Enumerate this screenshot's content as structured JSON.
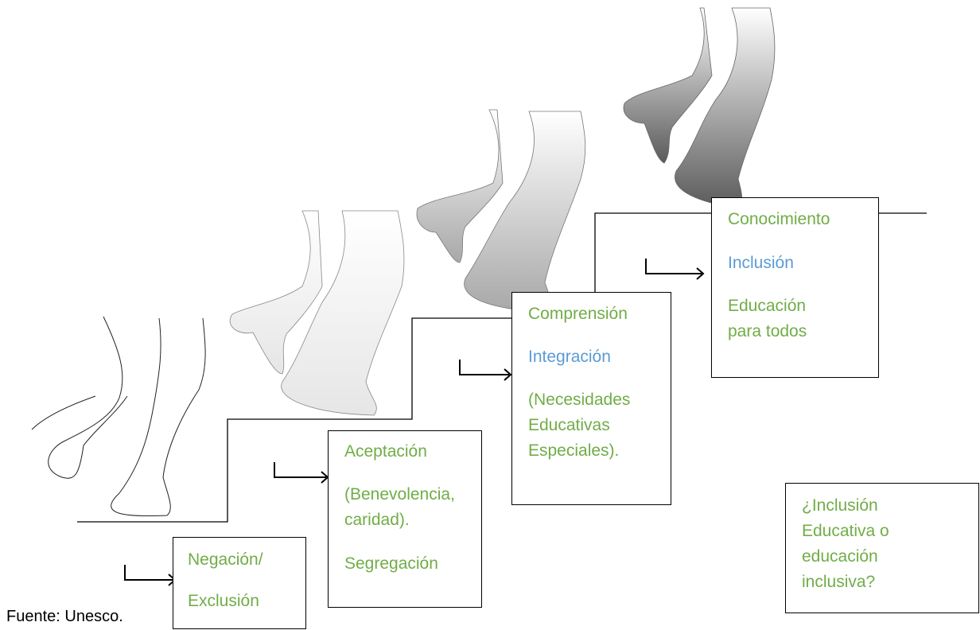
{
  "source": "Fuente: Unesco.",
  "steps": [
    {
      "lines": [
        {
          "text": "Negación/",
          "color": "#70ad47"
        },
        {
          "text": "Exclusión",
          "color": "#70ad47"
        }
      ]
    },
    {
      "lines": [
        {
          "text": "Aceptación",
          "color": "#70ad47"
        },
        {
          "text": "(Benevolencia,",
          "color": "#70ad47"
        },
        {
          "text": "caridad).",
          "color": "#70ad47"
        },
        {
          "text": "Segregación",
          "color": "#70ad47"
        }
      ]
    },
    {
      "lines": [
        {
          "text": "Comprensión",
          "color": "#70ad47"
        },
        {
          "text": "Integración",
          "color": "#5b9bd5"
        },
        {
          "text": "(Necesidades",
          "color": "#70ad47"
        },
        {
          "text": "Educativas",
          "color": "#70ad47"
        },
        {
          "text": "Especiales).",
          "color": "#70ad47"
        }
      ]
    },
    {
      "lines": [
        {
          "text": "Conocimiento",
          "color": "#70ad47"
        },
        {
          "text": "Inclusión",
          "color": "#5b9bd5"
        },
        {
          "text": "Educación",
          "color": "#70ad47"
        },
        {
          "text": "para todos",
          "color": "#70ad47"
        }
      ]
    }
  ],
  "question": {
    "lines": [
      "¿Inclusión",
      "Educativa o",
      "educación",
      "inclusiva?"
    ],
    "color": "#70ad47"
  }
}
